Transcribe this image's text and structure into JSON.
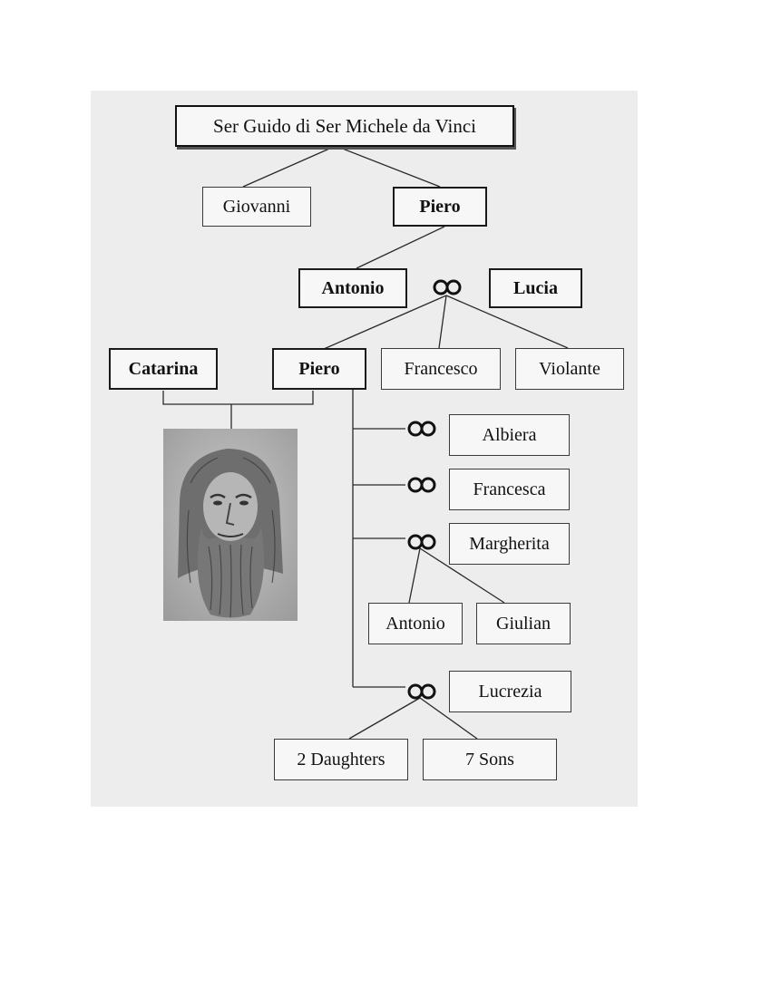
{
  "tree": {
    "root": {
      "label": "Ser Guido di Ser Michele da Vinci"
    },
    "gen2": [
      {
        "label": "Giovanni"
      },
      {
        "label": "Piero"
      }
    ],
    "gen3": {
      "husband": {
        "label": "Antonio"
      },
      "wife": {
        "label": "Lucia"
      }
    },
    "gen4": [
      {
        "label": "Catarina"
      },
      {
        "label": "Piero"
      },
      {
        "label": "Francesco"
      },
      {
        "label": "Violante"
      }
    ],
    "spouses": [
      {
        "label": "Albiera"
      },
      {
        "label": "Francesca"
      },
      {
        "label": "Margherita"
      },
      {
        "label": "Lucrezia"
      }
    ],
    "margherita_children": [
      {
        "label": "Antonio"
      },
      {
        "label": "Giulian"
      }
    ],
    "lucrezia_children": [
      {
        "label": "2 Daughters"
      },
      {
        "label": "7 Sons"
      }
    ]
  },
  "colors": {
    "panel": "#ededed",
    "line": "#2a2a2a",
    "box_border": "#3a3a3a"
  },
  "icons": {
    "marriage": "interlocked-rings-icon",
    "portrait": "leonardo-portrait-sketch"
  }
}
